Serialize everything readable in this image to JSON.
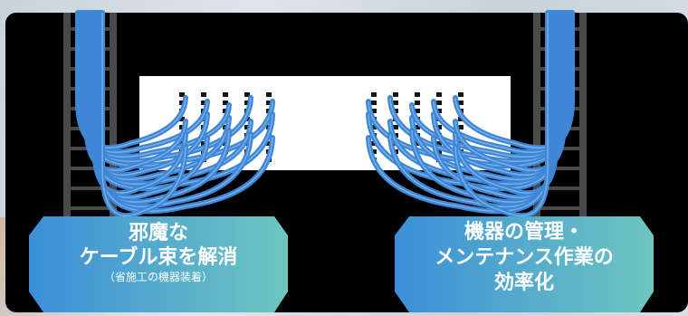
{
  "left_label": {
    "line1": "邪魔な",
    "line2": "ケーブル束を解消",
    "line3": "（省施工の機器装着）"
  },
  "right_label": {
    "line1": "機器の管理・",
    "line2": "メンテナンス作業の",
    "line3": "効率化"
  },
  "colors": {
    "panel": "#000000",
    "cable": "#3f87d6",
    "cable_highlight": "#8fc2f0",
    "rack": "#4a4a4a",
    "device": "#ffffff",
    "label_gradient_start": "#3a8fd9",
    "label_gradient_end": "#6fc6bf"
  }
}
